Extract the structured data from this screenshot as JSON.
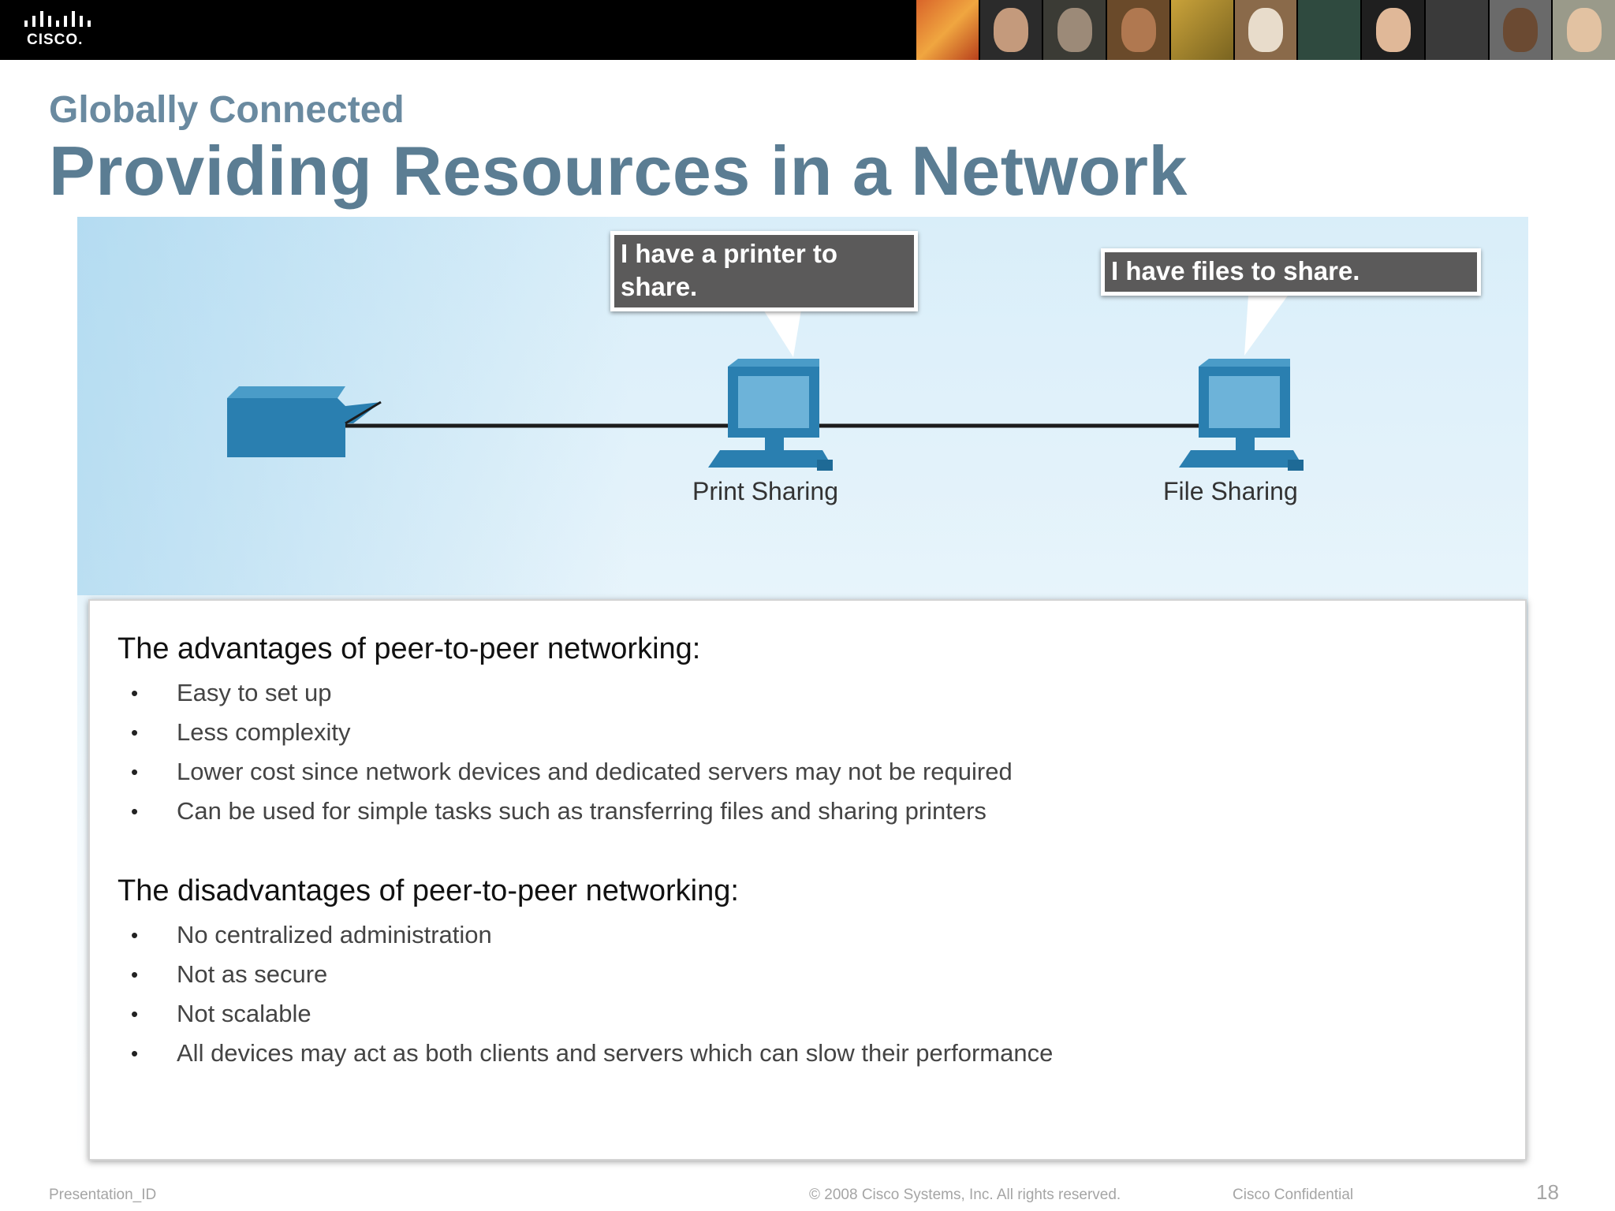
{
  "header": {
    "logo_text": "CISCO."
  },
  "slide": {
    "subtitle": "Globally Connected",
    "title": "Providing Resources in a Network"
  },
  "diagram": {
    "bubble_printer": "I have a printer to share.",
    "bubble_files": "I have files to share.",
    "label_print": "Print Sharing",
    "label_file": "File Sharing",
    "device_color": "#2a7fb0"
  },
  "advantages": {
    "heading": "The advantages of peer-to-peer networking:",
    "items": [
      "Easy to set up",
      "Less complexity",
      "Lower cost since network devices and dedicated servers may not be required",
      "Can be used for simple tasks such as transferring files and sharing printers"
    ]
  },
  "disadvantages": {
    "heading": "The disadvantages of peer-to-peer networking:",
    "items": [
      "No centralized administration",
      "Not as secure",
      "Not scalable",
      "All devices may act as both clients and servers which can slow their performance"
    ]
  },
  "footer": {
    "presentation_id": "Presentation_ID",
    "copyright": "© 2008 Cisco Systems, Inc. All rights reserved.",
    "confidential": "Cisco Confidential",
    "page_number": "18"
  }
}
